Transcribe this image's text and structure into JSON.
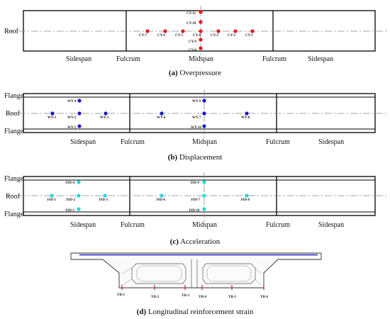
{
  "panel_a": {
    "caption_letter": "(a)",
    "caption_text": " Overpressure",
    "roof_label": "Roof",
    "span_labels": [
      "Sidespan",
      "Fulcrum",
      "Midspan",
      "Fulcrum",
      "Sidespan"
    ],
    "marker_color": "#e81818",
    "sensors": [
      "CY-11",
      "CY-10",
      "CY-9",
      "CY-8",
      "CY-7",
      "CY-6",
      "CY-5",
      "CY-4",
      "CY-3",
      "CY-2",
      "CY-1"
    ]
  },
  "panel_b": {
    "caption_letter": "(b)",
    "caption_text": " Displacement",
    "flange_top_label": "Flange",
    "roof_label": "Roof",
    "flange_bottom_label": "Flange",
    "span_labels": [
      "Sidespan",
      "Fulcrum",
      "Midspan",
      "Fulcrum",
      "Sidespan"
    ],
    "marker_color": "#1a1acc",
    "sensors": [
      "WY-4",
      "WY-1",
      "WY-2",
      "WY-3",
      "WY-5",
      "WY-9",
      "WY-6",
      "WY-7",
      "WY-8",
      "WY-10"
    ]
  },
  "panel_c": {
    "caption_letter": "(c)",
    "caption_text": " Acceleration",
    "flange_top_label": "Flange",
    "roof_label": "Roof",
    "flange_bottom_label": "Flange",
    "span_labels": [
      "Sidespan",
      "Fulcrum",
      "Midspan",
      "Fulcrum",
      "Sidespan"
    ],
    "marker_color": "#22d6e0",
    "sensors": [
      "JSD-4",
      "JSD-1",
      "JSD-2",
      "JSD-3",
      "JSD-5",
      "JSD-9",
      "JSD-6",
      "JSD-7",
      "JSD-8",
      "JSD-10"
    ]
  },
  "panel_d": {
    "caption_letter": "(d)",
    "caption_text": " Longitudinal reinforcement strain",
    "sensors": [
      "YB-1",
      "YB-2",
      "YB-3",
      "YB-4",
      "YB-5",
      "YB-6"
    ],
    "deck_color": "#3a3acc",
    "strain_mark_color": "#cc2222"
  }
}
